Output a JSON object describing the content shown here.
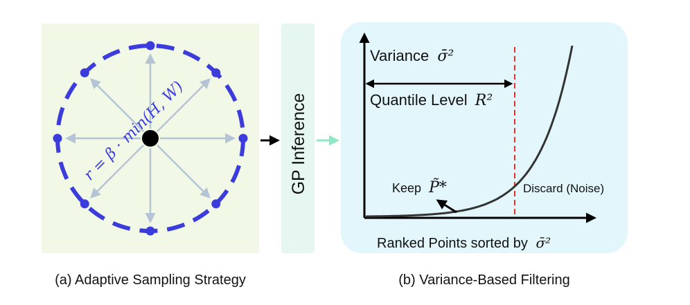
{
  "panel_a": {
    "caption": "(a) Adaptive Sampling Strategy",
    "radius_label": "r = β · min(H, W)",
    "sample_count": 8,
    "colors": {
      "background": "#f2f8e6",
      "circle": "#3c3cdc",
      "arrows": "#b4c4d4",
      "center": "#000000"
    }
  },
  "gp_box": {
    "label": "GP Inference",
    "colors": {
      "background": "#e6f6f1",
      "arrow_in": "#000000",
      "arrow_out": "#8ee8c6"
    }
  },
  "panel_b": {
    "caption": "(b) Variance-Based Filtering",
    "y_label_text": "Variance",
    "y_label_math": "σ̄²",
    "quantile_text": "Quantile Level",
    "quantile_math": "R²",
    "keep_text": "Keep",
    "keep_math": "P̃*",
    "discard_label": "Discard (Noise)",
    "x_label_text": "Ranked Points sorted by",
    "x_label_math": "σ̄²",
    "colors": {
      "background": "#e2f6fb",
      "curve": "#333333",
      "threshold": "#e0302a"
    }
  }
}
